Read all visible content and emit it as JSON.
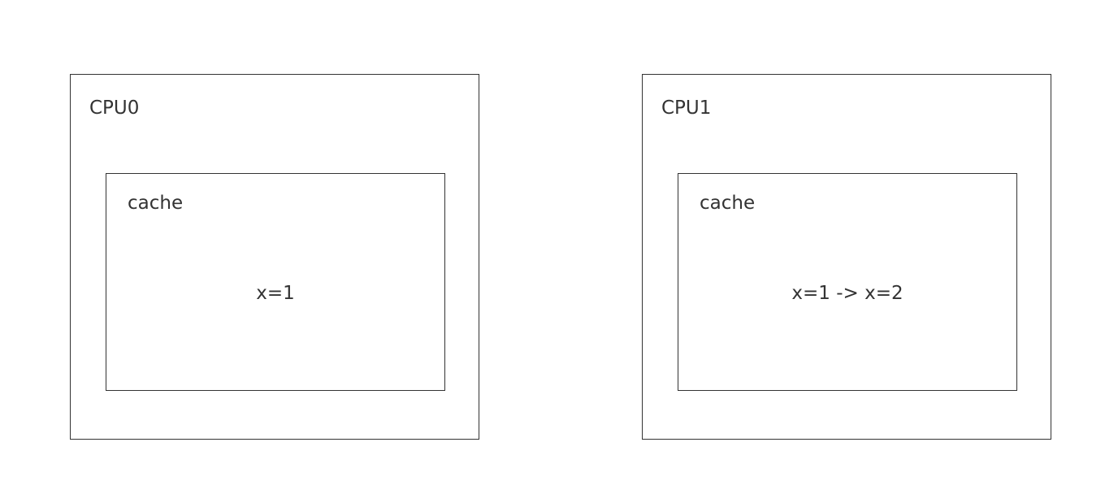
{
  "cpus": [
    {
      "label": "CPU0",
      "cache": {
        "label": "cache",
        "value": "x=1"
      }
    },
    {
      "label": "CPU1",
      "cache": {
        "label": "cache",
        "value": "x=1 -> x=2"
      }
    }
  ]
}
